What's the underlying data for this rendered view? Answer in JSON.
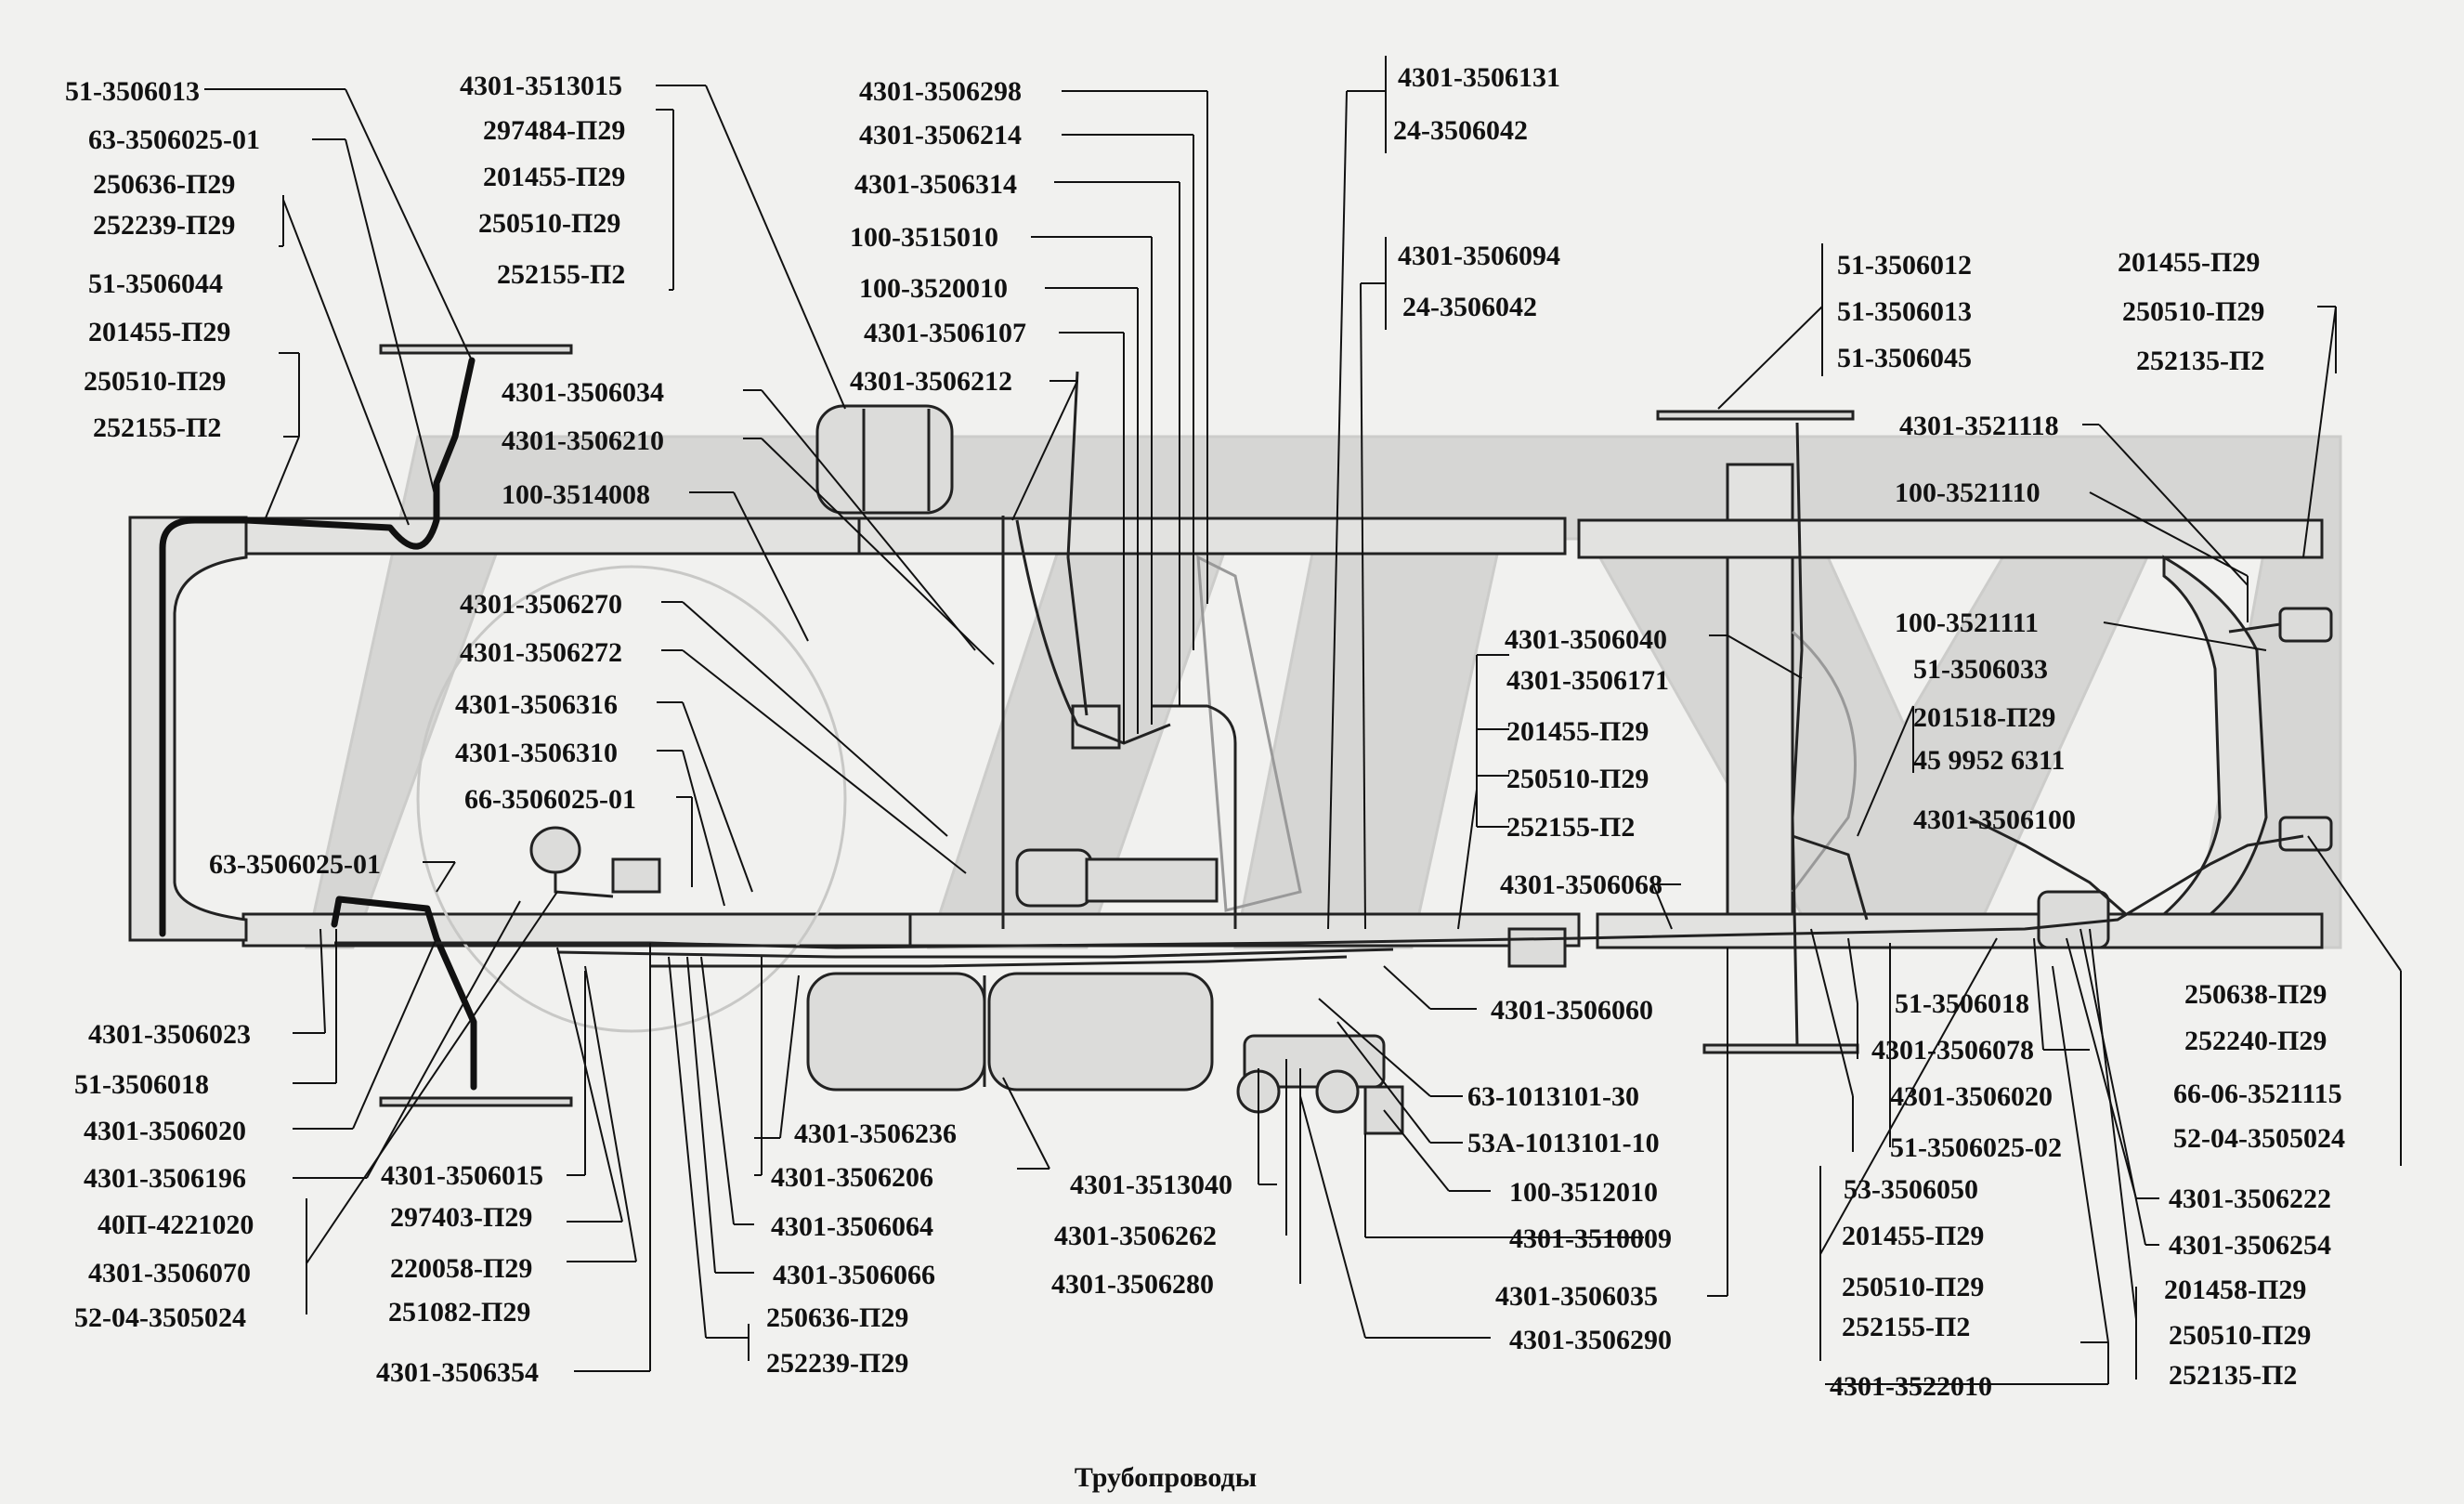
{
  "caption": "Трубопроводы",
  "labels": {
    "l1": "51-3506013",
    "l2": "63-3506025-01",
    "l3": "250636-П29",
    "l4": "252239-П29",
    "l5": "51-3506044",
    "l6": "201455-П29",
    "l7": "250510-П29",
    "l8": "252155-П2",
    "l9": "4301-3513015",
    "l10": "297484-П29",
    "l11": "201455-П29",
    "l12": "250510-П29",
    "l13": "252155-П2",
    "l14": "4301-3506298",
    "l15": "4301-3506214",
    "l16": "4301-3506314",
    "l17": "100-3515010",
    "l18": "100-3520010",
    "l19": "4301-3506107",
    "l20": "4301-3506212",
    "l21": "4301-3506034",
    "l22": "4301-3506210",
    "l23": "100-3514008",
    "l24": "4301-3506270",
    "l25": "4301-3506272",
    "l26": "4301-3506316",
    "l27": "4301-3506310",
    "l28": "66-3506025-01",
    "l29": "63-3506025-01",
    "l30": "4301-3506131",
    "l31": "24-3506042",
    "l32": "4301-3506094",
    "l33": "24-3506042",
    "l34": "51-3506012",
    "l35": "51-3506013",
    "l36": "51-3506045",
    "l37": "201455-П29",
    "l38": "250510-П29",
    "l39": "252135-П2",
    "l40": "4301-3521118",
    "l41": "100-3521110",
    "l42": "100-3521111",
    "l43": "51-3506033",
    "l44": "201518-П29",
    "l45": "45 9952 6311",
    "l46": "4301-3506100",
    "l47": "4301-3506040",
    "l48": "4301-3506171",
    "l49": "201455-П29",
    "l50": "250510-П29",
    "l51": "252155-П2",
    "l52": "4301-3506068",
    "l53": "4301-3506060",
    "l54": "63-1013101-30",
    "l55": "53А-1013101-10",
    "l56": "100-3512010",
    "l57": "4301-3510009",
    "l58": "4301-3506035",
    "l59": "4301-3506290",
    "l60": "4301-3506023",
    "l61": "51-3506018",
    "l62": "4301-3506020",
    "l63": "4301-3506196",
    "l64": "40П-4221020",
    "l65": "4301-3506070",
    "l66": "52-04-3505024",
    "l67": "4301-3506015",
    "l68": "297403-П29",
    "l69": "220058-П29",
    "l70": "251082-П29",
    "l71": "4301-3506354",
    "l72": "4301-3506236",
    "l73": "4301-3506206",
    "l74": "4301-3506064",
    "l75": "4301-3506066",
    "l76": "250636-П29",
    "l77": "252239-П29",
    "l78": "4301-3513040",
    "l79": "4301-3506262",
    "l80": "4301-3506280",
    "l81": "51-3506018",
    "l82": "4301-3506078",
    "l83": "4301-3506020",
    "l84": "51-3506025-02",
    "l85": "53-3506050",
    "l86": "201455-П29",
    "l87": "250510-П29",
    "l88": "252155-П2",
    "l89": "4301-3522010",
    "l90": "250638-П29",
    "l91": "252240-П29",
    "l92": "66-06-3521115",
    "l93": "52-04-3505024",
    "l94": "4301-3506222",
    "l95": "4301-3506254",
    "l96": "201458-П29",
    "l97": "250510-П29",
    "l98": "252135-П2"
  }
}
